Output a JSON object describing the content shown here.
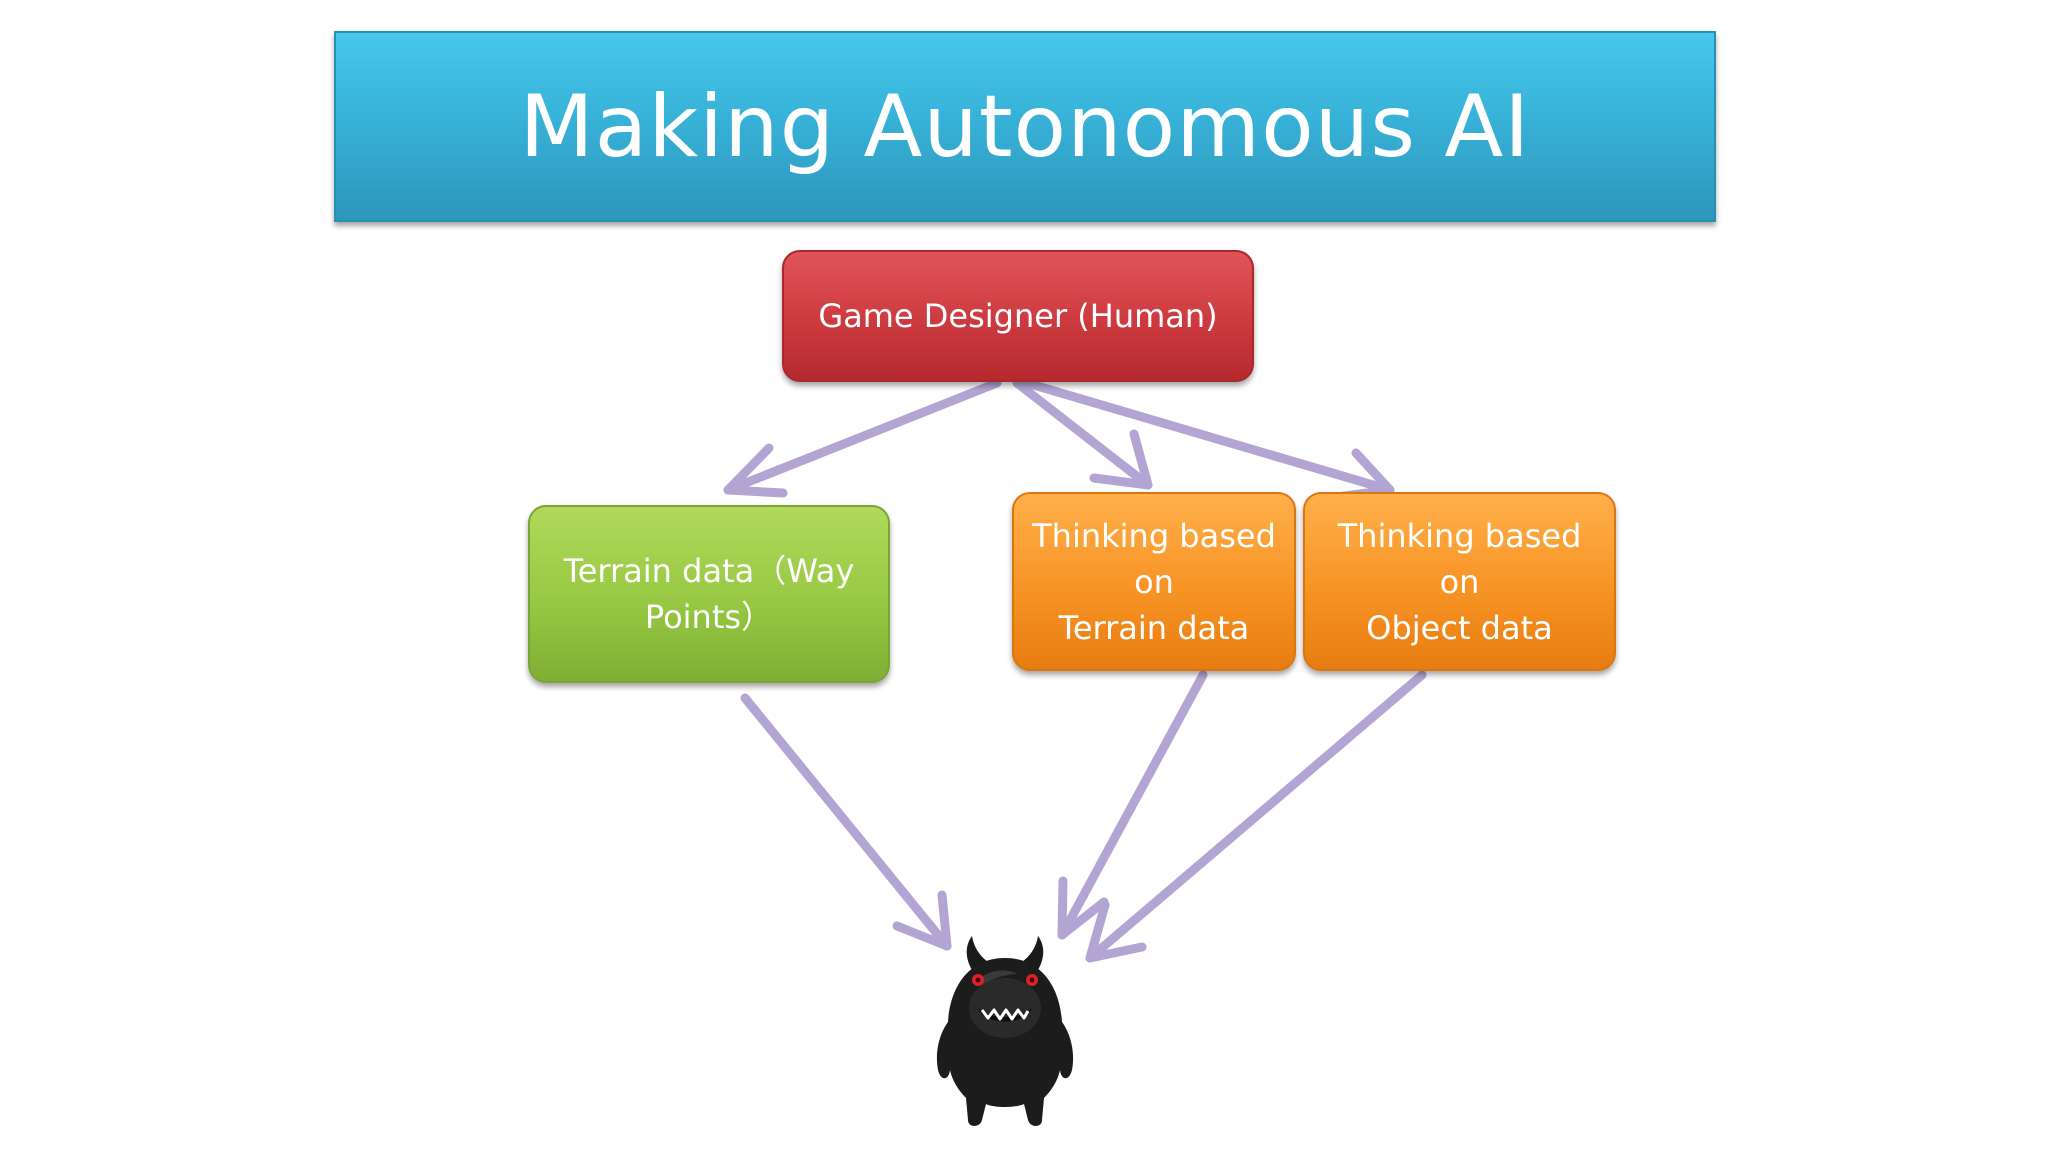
{
  "slide": {
    "title": "Making Autonomous AI"
  },
  "nodes": {
    "designer": {
      "label": "Game Designer (Human)"
    },
    "terrain_data": {
      "lines": [
        "Terrain data（Way",
        "Points）"
      ]
    },
    "thinking_terrain": {
      "lines": [
        "Thinking based",
        "on",
        "Terrain data"
      ]
    },
    "thinking_object": {
      "lines": [
        "Thinking based",
        "on",
        "Object data"
      ]
    }
  },
  "colors": {
    "title_bar": "#38b2d8",
    "designer": "#cc3a3f",
    "terrain_data": "#97c843",
    "thinking": "#f79325",
    "arrow": "#b3a5d3",
    "monster": "#1a1a1a",
    "monster_eyes": "#d8232a"
  },
  "icons": {
    "character": "monster-icon"
  }
}
